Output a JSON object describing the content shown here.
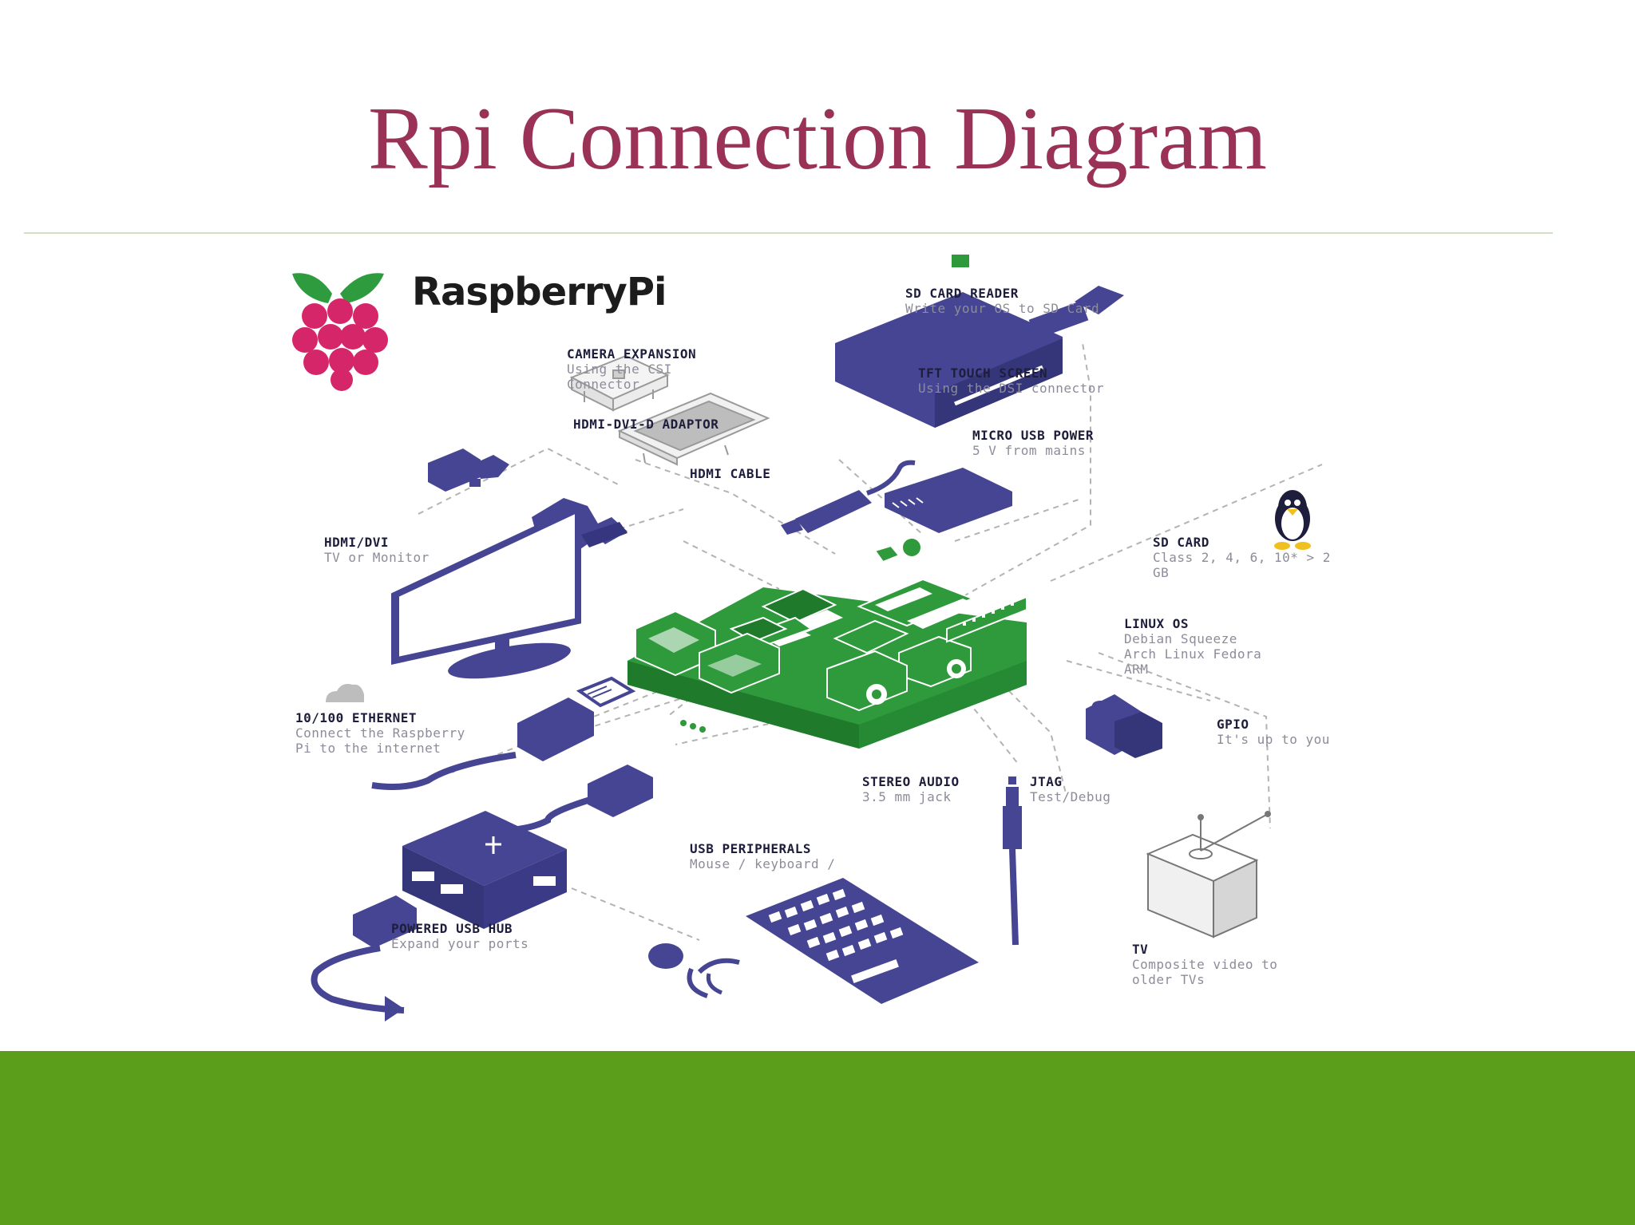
{
  "slide": {
    "title": "Rpi Connection Diagram",
    "colors": {
      "title": "#993256",
      "rule": "#cfe0c6",
      "footer": "#5a9e1b",
      "board": "#2f9a3c",
      "device": "#454593"
    }
  },
  "diagram": {
    "brand": "RaspberryPi",
    "labels": {
      "sd_card_reader": {
        "title": "SD CARD READER",
        "lines": [
          "Write your OS to SD Card"
        ]
      },
      "camera_expansion": {
        "title": "CAMERA EXPANSION",
        "lines": [
          "Using the CSI",
          "Connector"
        ]
      },
      "tft_touch_screen": {
        "title": "TFT TOUCH SCREEN",
        "lines": [
          "Using the DSI connector"
        ]
      },
      "hdmi_dvi_d_adaptor": {
        "title": "HDMI-DVI-D ADAPTOR",
        "lines": []
      },
      "micro_usb_power": {
        "title": "MICRO USB POWER",
        "lines": [
          "5 V from mains"
        ]
      },
      "hdmi_cable": {
        "title": "HDMI CABLE",
        "lines": []
      },
      "hdmi_dvi": {
        "title": "HDMI/DVI",
        "lines": [
          "TV or Monitor"
        ]
      },
      "sd_card": {
        "title": "SD CARD",
        "lines": [
          "Class 2, 4, 6, 10* > 2",
          "GB"
        ]
      },
      "linux_os": {
        "title": "LINUX OS",
        "lines": [
          "Debian Squeeze",
          "Arch Linux Fedora",
          "ARM"
        ]
      },
      "ethernet": {
        "title": "10/100 ETHERNET",
        "lines": [
          "Connect the Raspberry",
          "Pi to the internet"
        ]
      },
      "gpio": {
        "title": "GPIO",
        "lines": [
          "It's up to you"
        ]
      },
      "stereo_audio": {
        "title": "STEREO AUDIO",
        "lines": [
          "3.5 mm jack"
        ]
      },
      "jtag": {
        "title": "JTAG",
        "lines": [
          "Test/Debug"
        ]
      },
      "usb_peripherals": {
        "title": "USB PERIPHERALS",
        "lines": [
          "Mouse / keyboard /"
        ]
      },
      "powered_usb_hub": {
        "title": "POWERED USB HUB",
        "lines": [
          "Expand your ports"
        ]
      },
      "tv": {
        "title": "TV",
        "lines": [
          "Composite video to",
          "older TVs"
        ]
      }
    }
  }
}
